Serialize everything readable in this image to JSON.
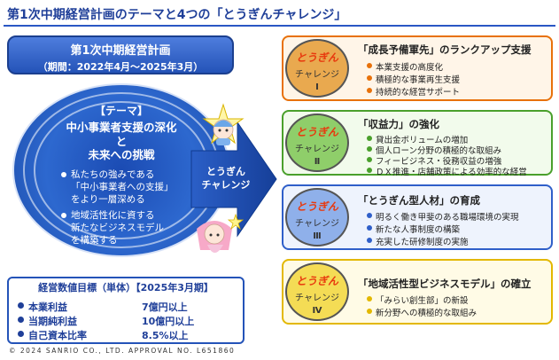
{
  "title": "第1次中期経営計画のテーマと4つの「とうぎんチャレンジ」",
  "plan": {
    "title": "第1次中期経営計画",
    "period": "（期間：2022年4月～2025年3月）"
  },
  "theme": {
    "heading": "【テーマ】",
    "lines": [
      "中小事業者支援の深化",
      "と",
      "未来への挑戦"
    ],
    "bullets": [
      [
        "私たちの強みである",
        "「中小事業者への支援」",
        "をより一層深める"
      ],
      [
        "地域活性化に資する",
        "新たなビジネスモデル",
        "を構築する"
      ]
    ]
  },
  "arrow": {
    "label_line1": "とうぎん",
    "label_line2": "チャレンジ"
  },
  "kpi": {
    "heading": "経営数値目標（単体）【2025年3月期】",
    "rows": [
      {
        "label": "本業利益",
        "value": "7億円以上"
      },
      {
        "label": "当期純利益",
        "value": "10億円以上"
      },
      {
        "label": "自己資本比率",
        "value": "8.5%以上"
      }
    ]
  },
  "copyright": "© 2024 SANRIO CO., LTD. APPROVAL NO. L651860",
  "challenges": [
    {
      "brand": "とうぎん",
      "name": "チャレンジ",
      "num": "Ⅰ",
      "color": "#e8710a",
      "oval_bg": "#e9a94f",
      "panel_bg": "#fff5e8",
      "title": "「成長予備軍先」のランクアップ支援",
      "items": [
        "本業支援の高度化",
        "積極的な事業再生支援",
        "持続的な経営サポート"
      ]
    },
    {
      "brand": "とうぎん",
      "name": "チャレンジ",
      "num": "Ⅱ",
      "color": "#4aa02c",
      "oval_bg": "#8fce6a",
      "panel_bg": "#f2fbec",
      "title": "「収益力」の強化",
      "items": [
        "貸出金ボリュームの増加",
        "個人ローン分野の積極的な取組み",
        "フィービジネス・役務収益の増強",
        "ＤＸ推進・店舗政策による効率的な経営"
      ]
    },
    {
      "brand": "とうぎん",
      "name": "チャレンジ",
      "num": "Ⅲ",
      "color": "#2f5fc9",
      "oval_bg": "#8fb0ea",
      "panel_bg": "#eef3fd",
      "title": "「とうぎん型人材」の育成",
      "items": [
        "明るく働き甲斐のある職場環境の実現",
        "新たな人事制度の構築",
        "充実した研修制度の実施"
      ]
    },
    {
      "brand": "とうぎん",
      "name": "チャレンジ",
      "num": "Ⅳ",
      "color": "#e3b800",
      "oval_bg": "#f4dc55",
      "panel_bg": "#fffbe6",
      "title": "「地域活性型ビジネスモデル」の確立",
      "items": [
        "「みらい創生部」の新設",
        "新分野への積極的な取組み"
      ]
    }
  ]
}
